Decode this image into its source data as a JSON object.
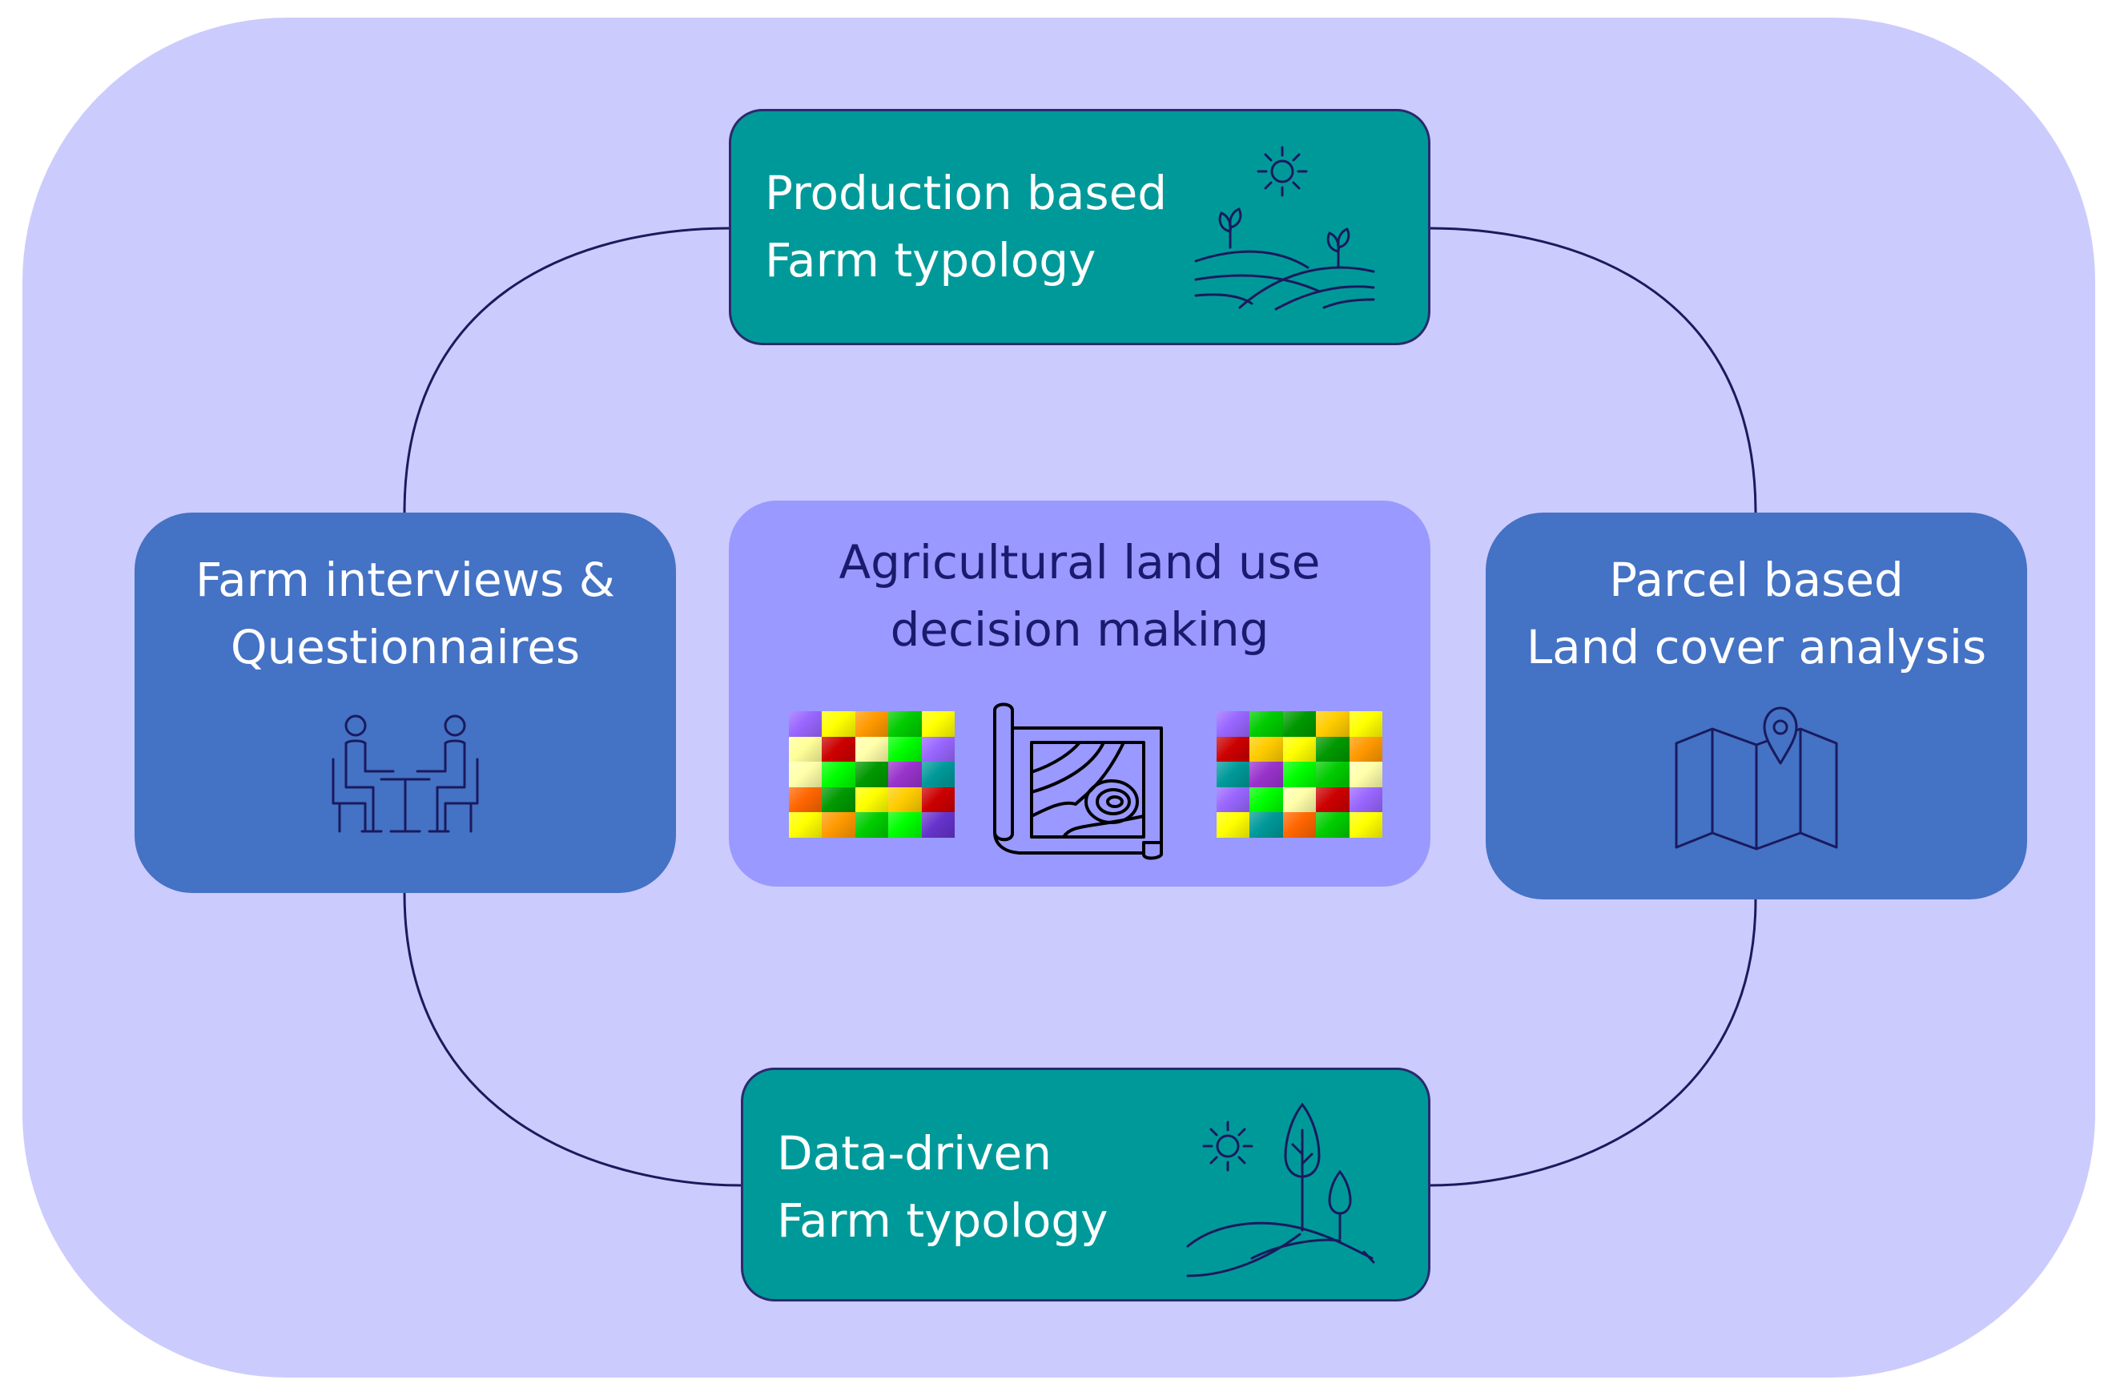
{
  "diagram": {
    "center": {
      "line1": "Agricultural land use",
      "line2": "decision making"
    },
    "top": {
      "line1": "Production based",
      "line2": "Farm typology"
    },
    "left": {
      "line1": "Farm interviews &",
      "line2": "Questionnaires"
    },
    "right": {
      "line1": "Parcel based",
      "line2": "Land cover analysis"
    },
    "bottom": {
      "line1": "Data-driven",
      "line2": "Farm typology"
    }
  },
  "colors": {
    "background": "#cccbfd",
    "teal_box": "#009999",
    "blue_box": "#4472c4",
    "center_box": "#9999ff",
    "connector": "#1a1a5e"
  },
  "icons": {
    "top": "fields-sprout-sun-icon",
    "left": "interview-meeting-icon",
    "right": "map-pin-icon",
    "bottom": "hills-trees-sun-icon",
    "center": [
      "land-cover-grid-icon",
      "topographic-map-scroll-icon",
      "land-cover-grid-icon"
    ]
  },
  "grid_left": [
    [
      "#9966ff",
      "#ffff00",
      "#ff9900",
      "#00cc00",
      "#ffff00"
    ],
    [
      "#ffff99",
      "#cc0000",
      "#ffffaa",
      "#00ff00",
      "#9966ff"
    ],
    [
      "#ffffaa",
      "#00ff00",
      "#009900",
      "#9933cc",
      "#009999"
    ],
    [
      "#ff6600",
      "#009900",
      "#ffff00",
      "#ffcc00",
      "#cc0000"
    ],
    [
      "#ffff00",
      "#ff9900",
      "#00cc00",
      "#00ff00",
      "#6633cc"
    ]
  ],
  "grid_right": [
    [
      "#9966ff",
      "#00cc00",
      "#009900",
      "#ffcc00",
      "#ffff00"
    ],
    [
      "#cc0000",
      "#ffcc00",
      "#ffff00",
      "#009900",
      "#ff9900"
    ],
    [
      "#009999",
      "#9933cc",
      "#00ff00",
      "#00cc00",
      "#ffffaa"
    ],
    [
      "#9966ff",
      "#00ff00",
      "#ffffaa",
      "#cc0000",
      "#9966ff"
    ],
    [
      "#ffff00",
      "#009999",
      "#ff6600",
      "#00cc00",
      "#ffff00"
    ]
  ]
}
